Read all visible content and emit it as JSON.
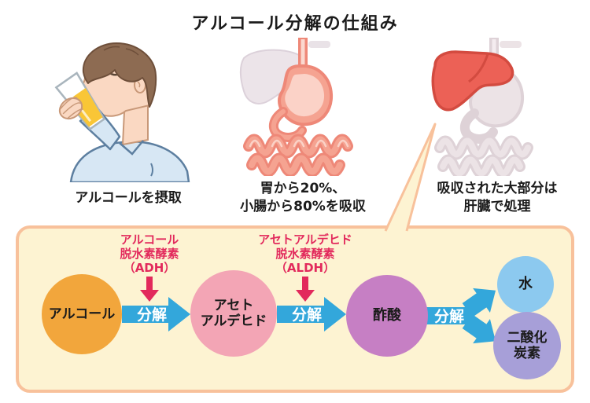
{
  "title": "アルコール分解の仕組み",
  "figures": [
    {
      "name": "person-drinking",
      "caption": [
        "アルコールを摂取"
      ]
    },
    {
      "name": "stomach-intestine",
      "caption": [
        "胃から20%、",
        "小腸から80%を吸収"
      ]
    },
    {
      "name": "liver-highlight",
      "caption": [
        "吸収された大部分は",
        "肝臓で処理"
      ]
    }
  ],
  "flow": {
    "nodes": [
      {
        "id": "alcohol",
        "label": [
          "アルコール"
        ],
        "color": "#f2a63c"
      },
      {
        "id": "acetaldehyde",
        "label": [
          "アセト",
          "アルデヒド"
        ],
        "color": "#f3a5b5"
      },
      {
        "id": "acetic-acid",
        "label": [
          "酢酸"
        ],
        "color": "#c67fc4"
      },
      {
        "id": "water",
        "label": [
          "水"
        ],
        "color": "#8cc9ef"
      },
      {
        "id": "carbon-dioxide",
        "label": [
          "二酸化",
          "炭素"
        ],
        "color": "#a79fd8"
      }
    ],
    "arrows": [
      {
        "label": "分解"
      },
      {
        "label": "分解"
      },
      {
        "label": "分解"
      }
    ],
    "enzymes": [
      {
        "lines": [
          "アルコール",
          "脱水素酵素",
          "（ADH）"
        ]
      },
      {
        "lines": [
          "アセトアルデヒド",
          "脱水素酵素",
          "（ALDH）"
        ]
      }
    ],
    "colors": {
      "arrow_blue": "#33a7db",
      "enzyme_text": "#e2295c",
      "panel_bg": "#fdf3d2",
      "panel_border": "#f8c19b"
    }
  }
}
